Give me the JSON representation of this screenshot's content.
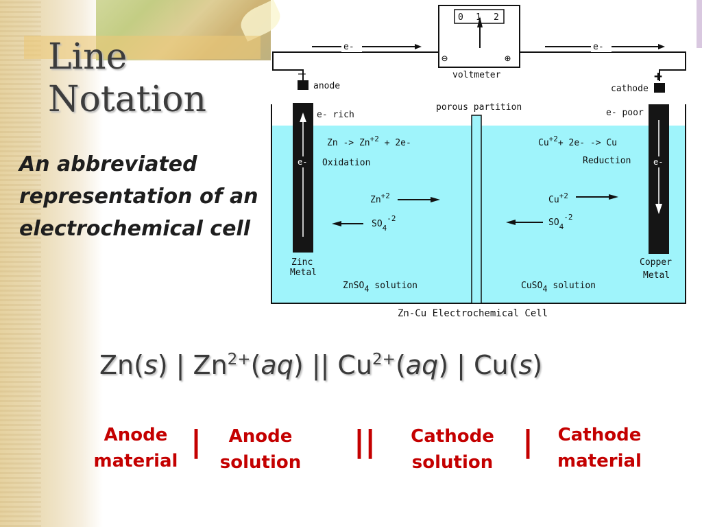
{
  "slide": {
    "title_line1": "Line",
    "title_line2": "Notation",
    "subtitle": "An abbreviated representation of an electrochemical cell"
  },
  "diagram": {
    "meter_ticks": [
      "0",
      "1",
      "2"
    ],
    "meter_label": "voltmeter",
    "meter_minus": "⊖",
    "meter_plus": "⊕",
    "electron_left": "e-",
    "electron_right": "e-",
    "anode_sign": "–",
    "cathode_sign": "+",
    "anode_label": "anode",
    "cathode_label": "cathode",
    "partition_label": "porous partition",
    "e_rich": "e- rich",
    "e_poor": "e- poor",
    "left_electrode_e": "e-",
    "right_electrode_e": "e-",
    "left_half_reaction": "Zn -> Zn+2 + 2e-",
    "left_reaction_type": "Oxidation",
    "right_half_reaction": "Cu+2 + 2e- -> Cu",
    "right_reaction_type": "Reduction",
    "left_cation": "Zn+2",
    "right_cation": "Cu+2",
    "left_anion": "SO4-2",
    "right_anion": "SO4-2",
    "left_metal_line1": "Zinc",
    "left_metal_line2": "Metal",
    "right_metal_line1": "Copper",
    "right_metal_line2": "Metal",
    "left_solution": "ZnSO4 solution",
    "right_solution": "CuSO4 solution",
    "caption": "Zn-Cu Electrochemical Cell",
    "colors": {
      "solution": "#9ff4fb",
      "electrode": "#151515",
      "line": "#111111"
    }
  },
  "notation": {
    "zn": "Zn(",
    "s1": "s",
    "p1": ") | Zn",
    "charge1": "2+",
    "p2": "(",
    "aq1": "aq",
    "p3": ") || Cu",
    "charge2": "2+",
    "p4": "(",
    "aq2": "aq",
    "p5": ") | Cu(",
    "s2": "s",
    "p6": ")"
  },
  "labels": {
    "anode_material_1": "Anode",
    "anode_material_2": "material",
    "sep1": "|",
    "anode_solution_1": "Anode",
    "anode_solution_2": "solution",
    "sep2": "||",
    "cathode_solution_1": "Cathode",
    "cathode_solution_2": "solution",
    "sep3": "|",
    "cathode_material_1": "Cathode",
    "cathode_material_2": "material",
    "color": "#c40000"
  }
}
